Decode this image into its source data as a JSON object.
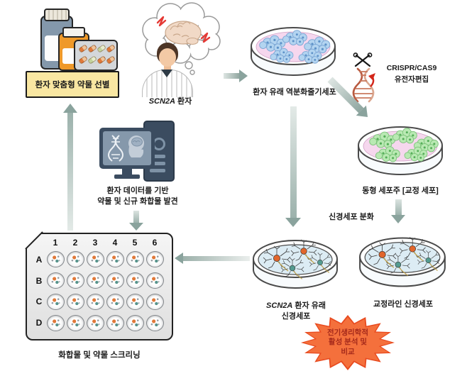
{
  "diagram": {
    "drug_selection_label": "환자 맞춤형 약물 선별",
    "patient": {
      "gene": "SCN2A",
      "suffix": "환자"
    },
    "ipsc_label": "환자 유래 역분화줄기세포",
    "crispr": {
      "title": "CRISPR/CAS9",
      "subtitle": "유전자편집"
    },
    "isogenic_label": "동형 세포주 [교정 세포]",
    "discovery": {
      "line1": "환자 데이터를 기반",
      "line2": "약물 및 신규 화합물 발견"
    },
    "differentiation_label": "신경세포 분화",
    "patient_neurons": {
      "gene": "SCN2A",
      "line1_suffix": "환자 유래",
      "line2": "신경세포"
    },
    "corrected_neurons_label": "교정라인 신경세포",
    "screening_label": "화합물 및 약물 스크리닝",
    "starburst": {
      "line1": "전기생리학적",
      "line2": "활성 분석 및",
      "line3": "비교"
    }
  },
  "plate": {
    "columns": [
      "1",
      "2",
      "3",
      "4",
      "5",
      "6"
    ],
    "rows": [
      "A",
      "B",
      "C",
      "D"
    ]
  },
  "colors": {
    "arrow": "#8aa39d",
    "selection_box_bg": "#f9e7a2",
    "starburst_fill": "#f4703c",
    "starburst_border": "#e84a1f",
    "starburst_text": "#a5291b",
    "ipsc_cell": "#b3d4f0",
    "isogenic_cell": "#b9e9b3",
    "dish_medium_pink": "#f6d7ee",
    "dish_medium_blue": "#dcecf4",
    "neuron_orange": "#e2662c",
    "neuron_teal": "#549b90",
    "well_dot_orange": "#e0793a",
    "well_dot_teal": "#57948c"
  },
  "icons": {
    "scissors": "crossed-scissors",
    "dna": "double-helix",
    "brain": "brain-in-thought-bubble",
    "computer": "monitor-and-tower",
    "medicine": "pill-bottles-and-blister"
  }
}
